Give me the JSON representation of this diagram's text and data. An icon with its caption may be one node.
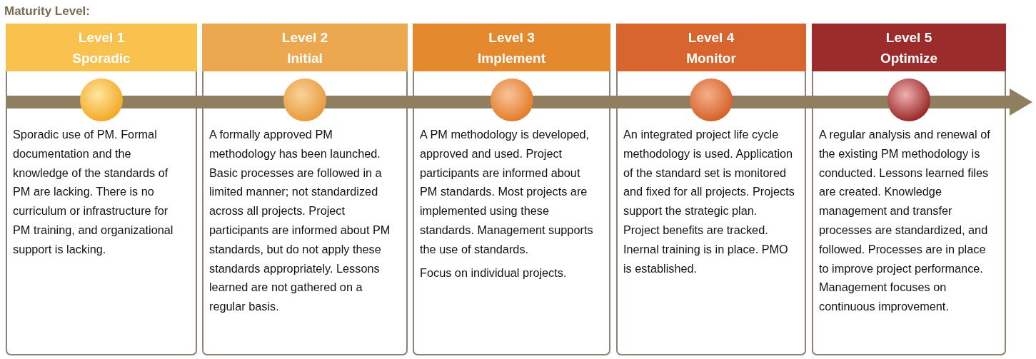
{
  "diagram": {
    "nodes": [
      {
        "text": [
          "Level 1",
          "Sporadic",
          "Sporadic use of PM. Formal documentation and the knowledge of the standards of PM are lacking. There is no curriculum or infrastructure for PM training, and organizational support is lacking."
        ]
      },
      {
        "text": [],
        "shape": "circle",
        "in": 0
      },
      {
        "text": [
          "Level 2",
          "Initial",
          "A formally approved PM methodology has been launched. Basic processes are followed in a limited manner; not standardized across all projects. Project participants are informed about PM standards, but do not apply these standards appropriately. Lessons learned are not gathered on a regular basis."
        ]
      },
      {
        "text": [],
        "shape": "circle",
        "in": 2
      },
      {
        "text": [
          "Level 3",
          "Implement",
          "A PM methodology is developed, approved and used. Project participants are informed about PM standards. Most projects are implemented using these standards. Management supports the use of standards.",
          "Focus on individual projects."
        ]
      },
      {
        "text": [],
        "shape": "circle",
        "in": 4
      },
      {
        "text": [
          "Level 4",
          "Monitor",
          "An integrated project life cycle methodology is used. Application of the standard set is monitored and fixed for all projects. Projects support the strategic plan. Project benefits are tracked. Inernal training is in place. PMO is established."
        ]
      },
      {
        "text": [],
        "shape": "circle",
        "in": 6
      },
      {
        "text": [
          "Level 5",
          "Optimize",
          "A regular analysis and renewal of the existing PM methodology is conducted. Lessons learned files are created. Knowledge management and transfer processes are standardized, and followed. Processes are in place to improve project performance. Management focuses on continuous improvement."
        ]
      },
      {
        "text": [],
        "shape": "circle",
        "in": 8
      }
    ],
    "title": "Maturity Level:",
    "edges": []
  }
}
